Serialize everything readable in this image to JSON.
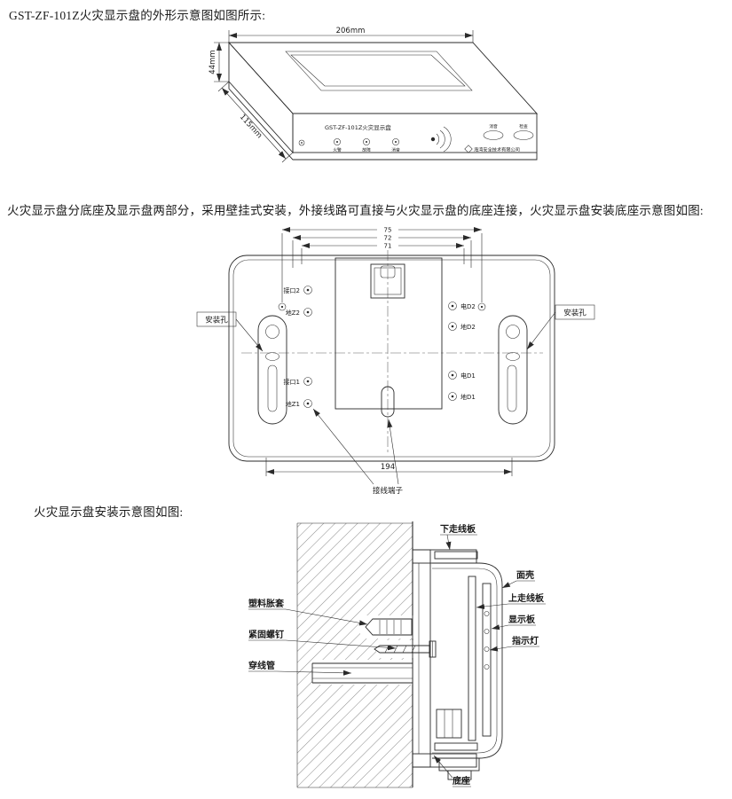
{
  "page": {
    "paragraph1": "GST-ZF-101Z火灾显示盘的外形示意图如图所示:",
    "paragraph2": "火灾显示盘分底座及显示盘两部分，采用壁挂式安装，外接线路可直接与火灾显示盘的底座连接，火灾显示盘安装底座示意图如图:",
    "paragraph3": "火灾显示盘安装示意图如图:"
  },
  "outline_diagram": {
    "dim_width": "206mm",
    "dim_height": "44mm",
    "dim_depth": "115mm",
    "panel_title": "GST-ZF-101Z火灾显示盘",
    "indicators": [
      "火警",
      "故障",
      "消音"
    ],
    "buttons": [
      "消音",
      "检查"
    ],
    "brand": "海湾安全技术有限公司"
  },
  "base_diagram": {
    "dims_top": [
      "75",
      "72",
      "71"
    ],
    "dim_bottom": "194",
    "mount_hole_left": "安装孔",
    "mount_hole_right": "安装孔",
    "terminal_label": "接线端子",
    "left_terminals": [
      "接口2",
      "地Z2",
      "接口1",
      "地Z1"
    ],
    "right_terminals": [
      "电D2",
      "地D2",
      "电D1",
      "地D1"
    ]
  },
  "install_diagram": {
    "label_plastic_anchor": "塑料胀套",
    "label_screw": "紧固螺钉",
    "label_conduit": "穿线管",
    "label_lower_board": "下走线板",
    "label_front_shell": "面壳",
    "label_upper_board": "上走线板",
    "label_display_board": "显示板",
    "label_indicator": "指示灯",
    "label_base": "底座"
  }
}
